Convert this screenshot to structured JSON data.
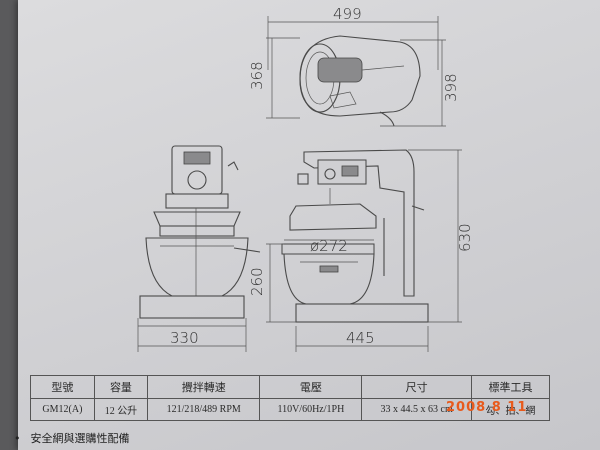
{
  "drawing": {
    "top_view": {
      "width_label": "499",
      "depth_label": "368",
      "overall_depth_label": "398"
    },
    "front_view": {
      "base_width_label": "330"
    },
    "side_view": {
      "depth_label": "445",
      "height_label": "630",
      "bowl_diameter_label": "ø272",
      "bowl_height_label": "260"
    }
  },
  "spec_table": {
    "headers": [
      "型號",
      "容量",
      "攪拌轉速",
      "電壓",
      "尺寸",
      "標準工具"
    ],
    "row": [
      "GM12(A)",
      "12 公升",
      "121/218/489 RPM",
      "110V/60Hz/1PH",
      "33 x 44.5 x 63 cm",
      "勾、拍、網"
    ]
  },
  "stamp": {
    "date": "2008  8  11"
  },
  "footnote": {
    "bullet": "•",
    "text": "安全網與選購性配備"
  },
  "colors": {
    "paper": "#d4d4d7",
    "stamp": "#e85a1c",
    "background": "#5a5a5c"
  }
}
